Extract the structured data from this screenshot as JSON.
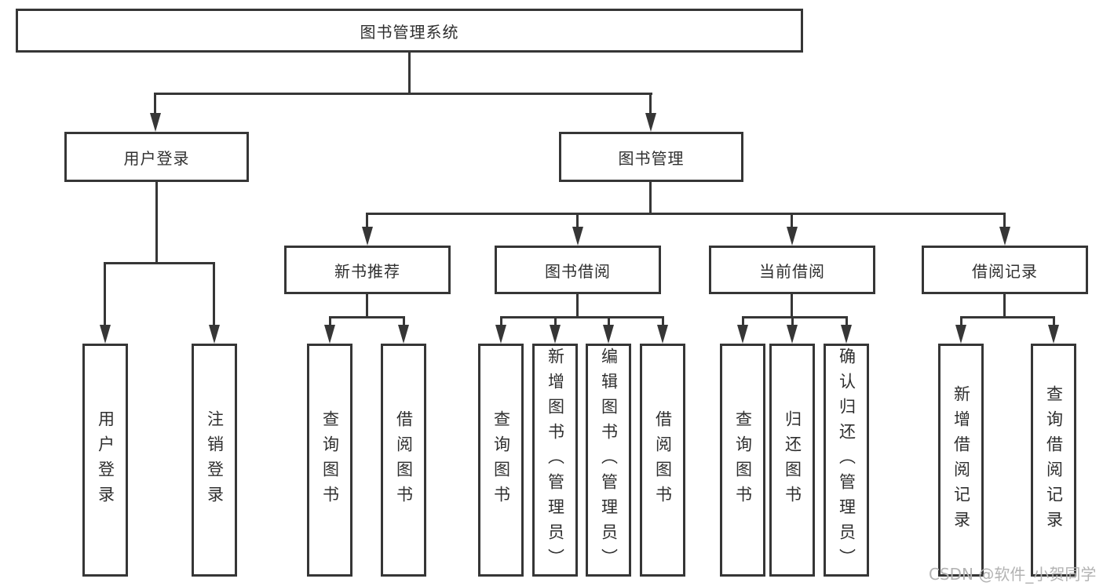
{
  "diagram": {
    "root": {
      "label": "图书管理系统"
    },
    "branches": [
      {
        "label": "用户登录",
        "children": [
          {
            "label": "用户登录"
          },
          {
            "label": "注销登录"
          }
        ]
      },
      {
        "label": "图书管理",
        "children": [
          {
            "label": "新书推荐",
            "children": [
              {
                "label": "查询图书"
              },
              {
                "label": "借阅图书"
              }
            ]
          },
          {
            "label": "图书借阅",
            "children": [
              {
                "label": "查询图书"
              },
              {
                "label": "新增图书（管理员）"
              },
              {
                "label": "编辑图书（管理员）"
              },
              {
                "label": "借阅图书"
              }
            ]
          },
          {
            "label": "当前借阅",
            "children": [
              {
                "label": "查询图书"
              },
              {
                "label": "归还图书"
              },
              {
                "label": "确认归还（管理员）"
              }
            ]
          },
          {
            "label": "借阅记录",
            "children": [
              {
                "label": "新增借阅记录"
              },
              {
                "label": "查询借阅记录"
              }
            ]
          }
        ]
      }
    ]
  },
  "watermark": {
    "text": "CSDN @软件_小贺同学"
  },
  "colors": {
    "bg": "#ffffff",
    "box_fill": "#ffffff",
    "box_border": "#363636",
    "line": "#363636",
    "text": "#2f2f2f",
    "watermark": "#b3b3b3"
  }
}
